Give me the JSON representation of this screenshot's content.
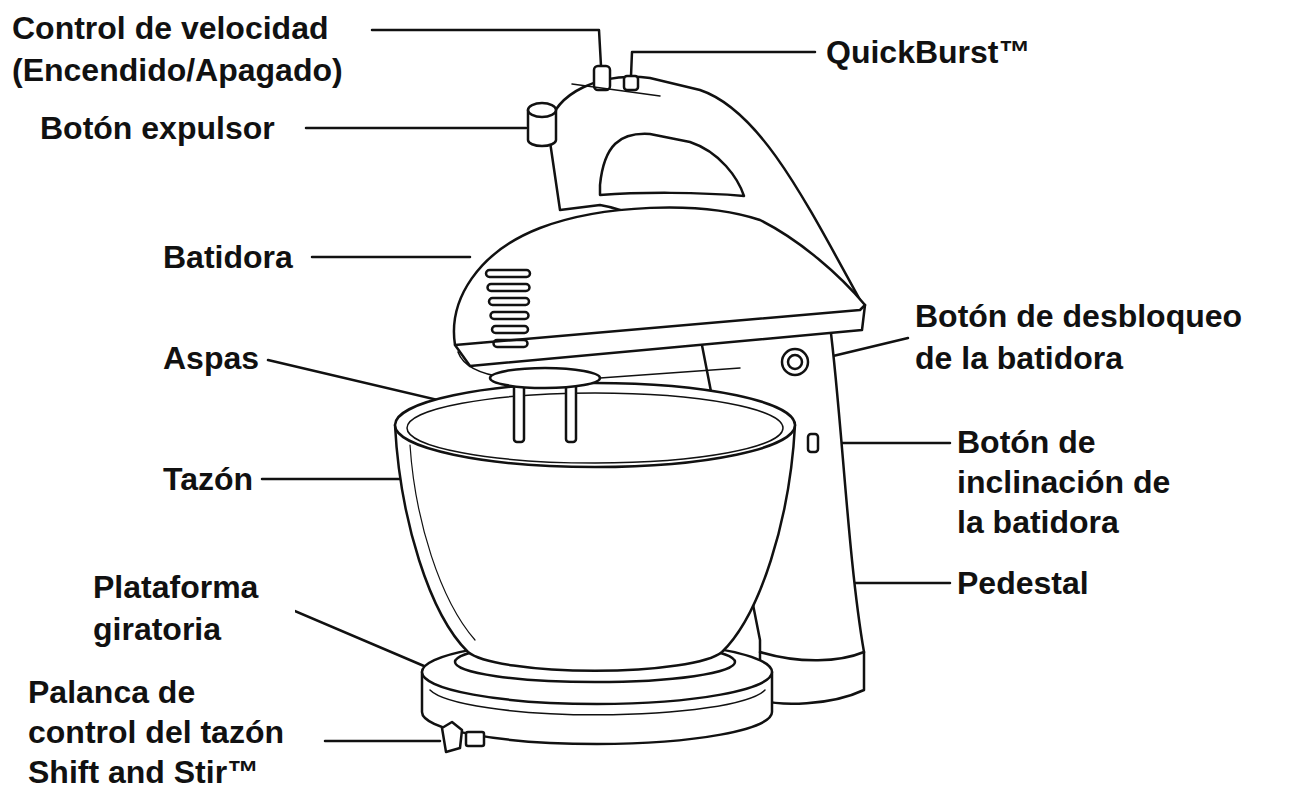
{
  "diagram": {
    "labels": [
      "Control de velocidad (Encendido/Apagado)",
      "QuickBurst™",
      "Botón expulsor",
      "Batidora",
      "Botón de desbloqueo de la batidora",
      "Aspas",
      "Tazón",
      "Botón de inclinación de la batidora",
      "Pedestal",
      "Plataforma giratoria",
      "Palanca de control del tazón Shift and Stir™"
    ]
  }
}
